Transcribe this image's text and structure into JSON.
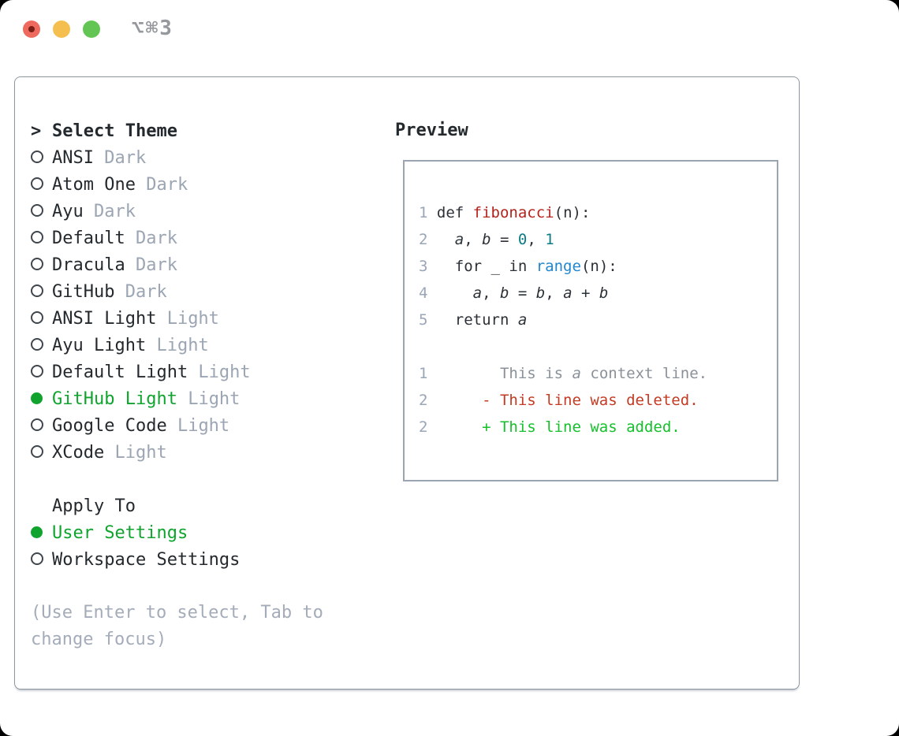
{
  "window": {
    "title_shortcut": "⌥⌘3",
    "traffic_lights": [
      "close",
      "minimize",
      "zoom"
    ]
  },
  "left": {
    "header": {
      "prompt": ">",
      "label": "Select Theme"
    },
    "themes": [
      {
        "name": "ANSI",
        "variant": "Dark",
        "selected": false
      },
      {
        "name": "Atom One",
        "variant": "Dark",
        "selected": false
      },
      {
        "name": "Ayu",
        "variant": "Dark",
        "selected": false
      },
      {
        "name": "Default",
        "variant": "Dark",
        "selected": false
      },
      {
        "name": "Dracula",
        "variant": "Dark",
        "selected": false
      },
      {
        "name": "GitHub",
        "variant": "Dark",
        "selected": false
      },
      {
        "name": "ANSI Light",
        "variant": "Light",
        "selected": false
      },
      {
        "name": "Ayu Light",
        "variant": "Light",
        "selected": false
      },
      {
        "name": "Default Light",
        "variant": "Light",
        "selected": false
      },
      {
        "name": "GitHub Light",
        "variant": "Light",
        "selected": true
      },
      {
        "name": "Google Code",
        "variant": "Light",
        "selected": false
      },
      {
        "name": "XCode",
        "variant": "Light",
        "selected": false
      }
    ],
    "apply_to": {
      "label": "Apply To",
      "options": [
        {
          "label": "User Settings",
          "selected": true
        },
        {
          "label": "Workspace Settings",
          "selected": false
        }
      ]
    },
    "hint_lines": [
      "(Use Enter to select, Tab to",
      "change focus)"
    ]
  },
  "preview": {
    "label": "Preview",
    "lines": [
      [
        [
          "n",
          "1"
        ],
        [
          "p",
          " "
        ],
        [
          "p",
          "def "
        ],
        [
          "f",
          "fibonacci"
        ],
        [
          "p",
          "(n):"
        ]
      ],
      [
        [
          "n",
          "2"
        ],
        [
          "p",
          "   "
        ],
        [
          "v",
          "a"
        ],
        [
          "p",
          ", "
        ],
        [
          "v",
          "b"
        ],
        [
          "p",
          " = "
        ],
        [
          "t",
          "0"
        ],
        [
          "p",
          ", "
        ],
        [
          "t",
          "1"
        ]
      ],
      [
        [
          "n",
          "3"
        ],
        [
          "p",
          "   for _ in "
        ],
        [
          "b",
          "range"
        ],
        [
          "p",
          "(n):"
        ]
      ],
      [
        [
          "n",
          "4"
        ],
        [
          "p",
          "     "
        ],
        [
          "v",
          "a"
        ],
        [
          "p",
          ", "
        ],
        [
          "v",
          "b"
        ],
        [
          "p",
          " = "
        ],
        [
          "v",
          "b"
        ],
        [
          "p",
          ", "
        ],
        [
          "v",
          "a"
        ],
        [
          "p",
          " + "
        ],
        [
          "v",
          "b"
        ]
      ],
      [
        [
          "n",
          "5"
        ],
        [
          "p",
          "   return "
        ],
        [
          "v",
          "a"
        ]
      ],
      [],
      [
        [
          "n",
          "1"
        ],
        [
          "p",
          "        "
        ],
        [
          "x",
          "This is "
        ],
        [
          "xv",
          "a"
        ],
        [
          "x",
          " context line."
        ]
      ],
      [
        [
          "n",
          "2"
        ],
        [
          "p",
          "      "
        ],
        [
          "d",
          "- This line was deleted."
        ]
      ],
      [
        [
          "n",
          "2"
        ],
        [
          "p",
          "      "
        ],
        [
          "a",
          "+ This line was added."
        ]
      ]
    ]
  },
  "colors": {
    "text": "#24292e",
    "code-text": "#2b3137",
    "muted": "#9ba5b3",
    "num": "#9aa5b6",
    "hint": "#a4acba",
    "ctx": "#8a9199",
    "ring": "#3f464d",
    "green-sel": "#10a42e",
    "green-add": "#16c02c",
    "red-del": "#c43a22",
    "red-fn": "#b5231d",
    "teal": "#0b7b85",
    "blue": "#2187d0",
    "panel-border": "#8d97a3",
    "box-border": "#9aa5b1",
    "title-gray": "#95989c",
    "traffic-red": "#ee6a5e",
    "traffic-red-dot": "#7a1f17",
    "traffic-yellow": "#f5bf4f",
    "traffic-green": "#63c654"
  }
}
